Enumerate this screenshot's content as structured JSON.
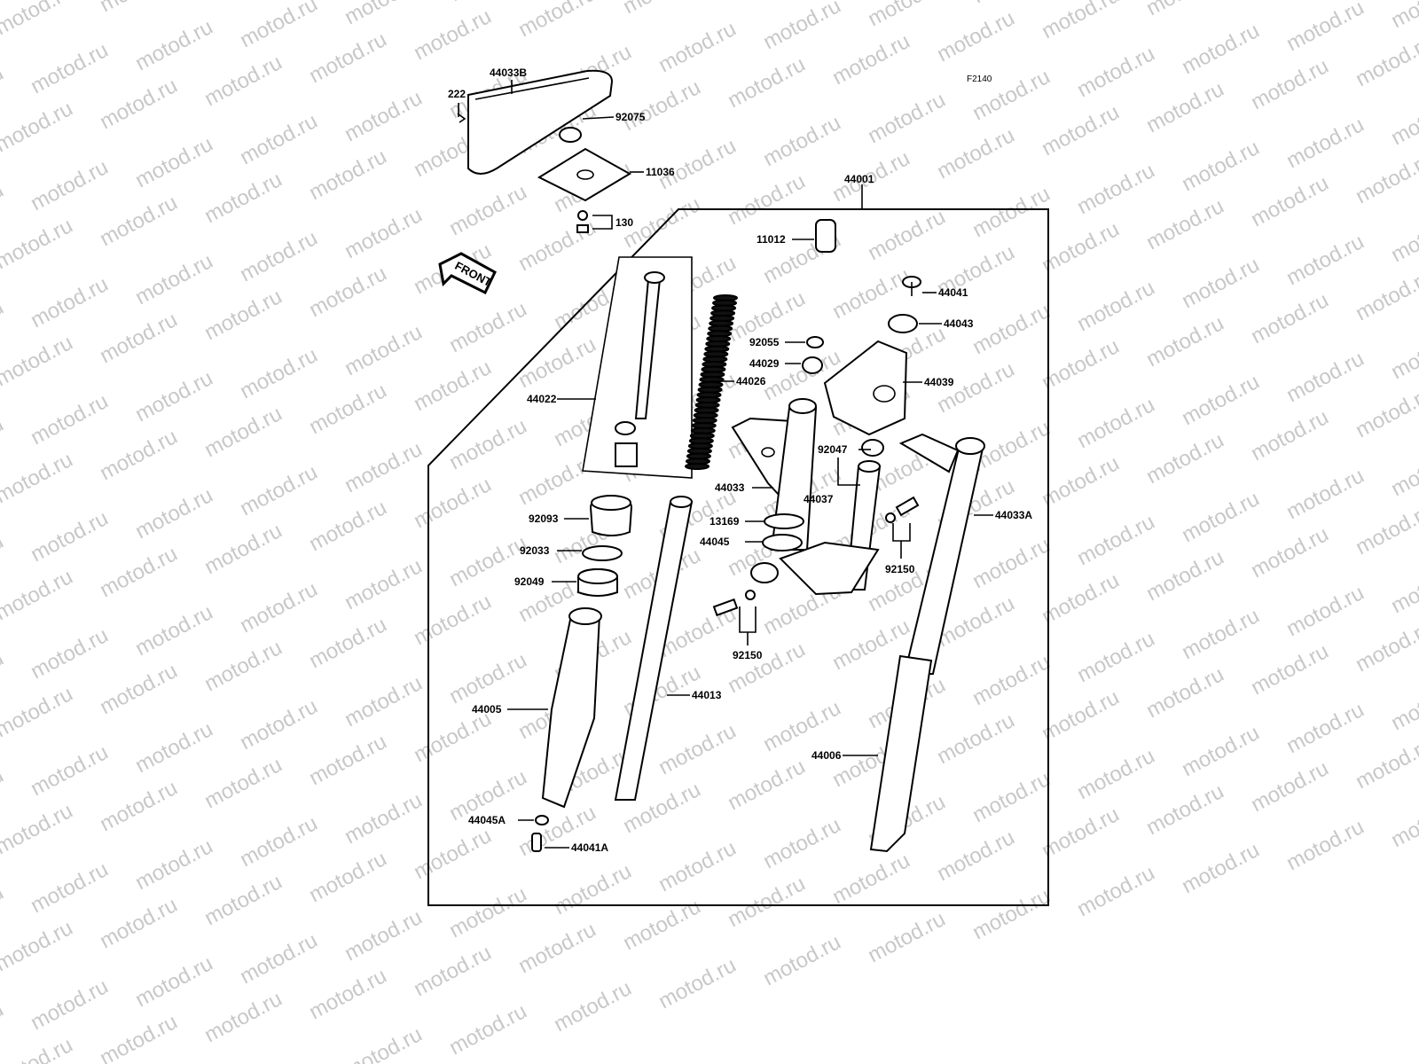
{
  "diagram": {
    "reference_code": "F2140",
    "watermark": "motod.ru",
    "front_arrow_label": "FRONT",
    "labels": {
      "p44033B": "44033B",
      "p222": "222",
      "p92075": "92075",
      "p11036": "11036",
      "p130": "130",
      "p44001": "44001",
      "p44041": "44041",
      "p11012": "11012",
      "p44043": "44043",
      "p92055": "92055",
      "p44029": "44029",
      "p44039": "44039",
      "p44026": "44026",
      "p44022": "44022",
      "p92047": "92047",
      "p44033": "44033",
      "p44037": "44037",
      "p44033A": "44033A",
      "p13169": "13169",
      "p44045": "44045",
      "p92093": "92093",
      "p92033": "92033",
      "p92049": "92049",
      "p92150a": "92150",
      "p92150b": "92150",
      "p44005": "44005",
      "p44013": "44013",
      "p44006": "44006",
      "p44045A": "44045A",
      "p44041A": "44041A"
    }
  }
}
